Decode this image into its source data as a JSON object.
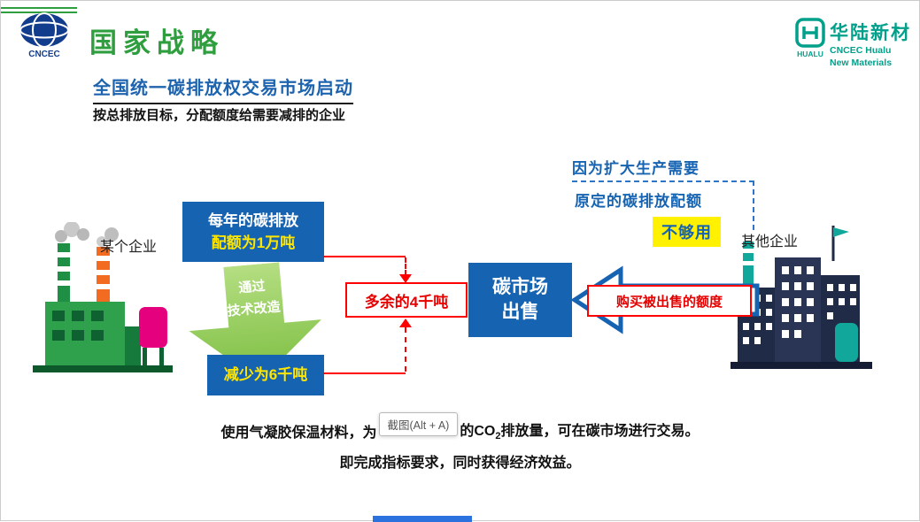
{
  "page": {
    "slide_title": "全国统一碳排放权交易市场启动",
    "slide_subtitle": "按总排放目标，分配额度给需要减排的企业"
  },
  "header": {
    "cncec_logo_text": "CNCEC",
    "strategy_title": "国家战略",
    "hualu": {
      "icon_text": "HUALU",
      "name_cn": "华陆新材",
      "name_en_line1": "CNCEC Hualu",
      "name_en_line2": "New Materials"
    }
  },
  "diagram": {
    "left_company": "某个企业",
    "right_company": "其他企业",
    "quota_box_line1": "每年的碳排放",
    "quota_box_line2": "配额为1万吨",
    "green_arrow_line1": "通过",
    "green_arrow_line2": "技术改造",
    "reduced_box": "减少为6千吨",
    "surplus_box": "多余的4千吨",
    "market_box_line1": "碳市场",
    "market_box_line2": "出售",
    "purchase_box": "购买被出售的额度",
    "reason_line1": "因为扩大生产需要",
    "reason_line2": "原定的碳排放配额",
    "insufficient_tag": "不够用"
  },
  "footer": {
    "line1_before": "使用气凝胶保温材料，为",
    "line1_after_part1": "的CO",
    "line1_subscript": "2",
    "line1_after_part2": "排放量，可在碳市场进行交易。",
    "line2": "即完成指标要求，同时获得经济效益。"
  },
  "overlay": {
    "screenshot_tooltip": "截图(Alt + A)"
  },
  "colors": {
    "primary_blue": "#1663B2",
    "title_blue": "#1E63AE",
    "accent_yellow": "#FFE600",
    "highlight_yellow": "#FFF100",
    "alert_red": "#FF0000",
    "brand_green": "#2E9E3E",
    "arrow_green": "#7CBE41",
    "hualu_teal": "#00A08B"
  }
}
